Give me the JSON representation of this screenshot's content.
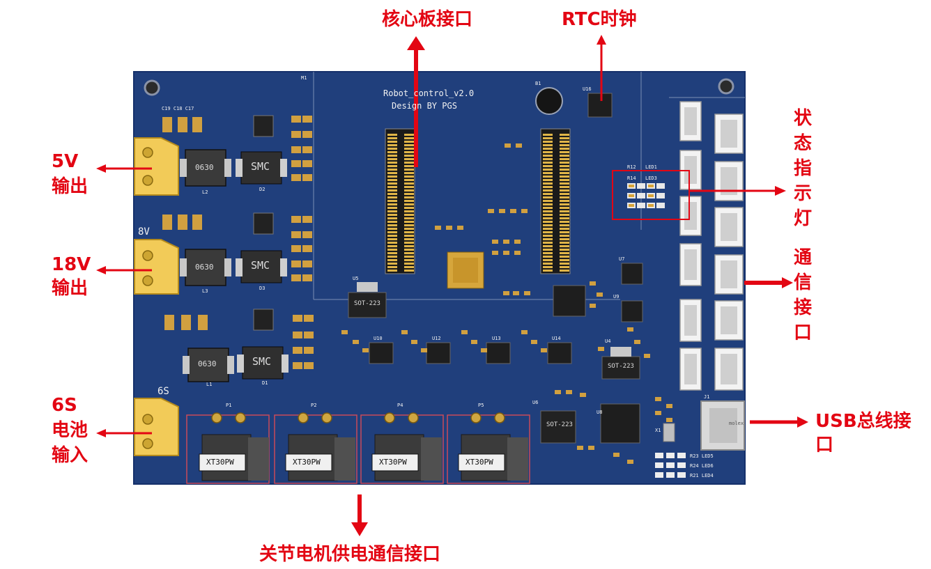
{
  "labels": {
    "core_board": "核心板接口",
    "rtc": "RTC时钟",
    "status_led": "状态指示灯",
    "comm": "通信接口",
    "usb": "USB总线接口",
    "out5v_a": "5V",
    "out5v_b": "输出",
    "out18v_a": "18V",
    "out18v_b": "输出",
    "bat_a": "6S",
    "bat_b": "电池",
    "bat_c": "输入",
    "joint": "关节电机供电通信接口"
  },
  "pcb": {
    "title": "Robot_control_v2.0",
    "design": "Design BY PGS",
    "m1": "M1",
    "b1": "B1",
    "u16": "U16",
    "connector_6s": "6S",
    "connector_18v": "8V",
    "inductor_mark": "0630",
    "diode_mark": "SMC",
    "xt30_mark": "XT30PW",
    "xt30_labels": [
      "P1",
      "P2",
      "P4",
      "P5"
    ],
    "ldo_mark": "SOT-223",
    "inductors": [
      "L2",
      "L3",
      "L1"
    ],
    "diodes": [
      "D2",
      "D3",
      "D1"
    ],
    "regulators": [
      "U5",
      "U4",
      "U6",
      "U10",
      "U12",
      "U13",
      "U14",
      "U7",
      "U8",
      "U9"
    ],
    "led_labels": [
      "R12",
      "LED1",
      "R14",
      "LED3"
    ],
    "usb_leds": [
      "R23 LED5",
      "R24 LED6",
      "R21 LED4"
    ],
    "caps_top": "C19 C18 C17",
    "usb_j1": "J1",
    "usb_brand": "molex",
    "crystal": "X1"
  },
  "colors": {
    "board": "#1f3f7a",
    "board_edge": "#173368",
    "label_red": "#e30613",
    "pad_gold": "#d4a437",
    "connector_yellow": "#f3cf5a"
  }
}
